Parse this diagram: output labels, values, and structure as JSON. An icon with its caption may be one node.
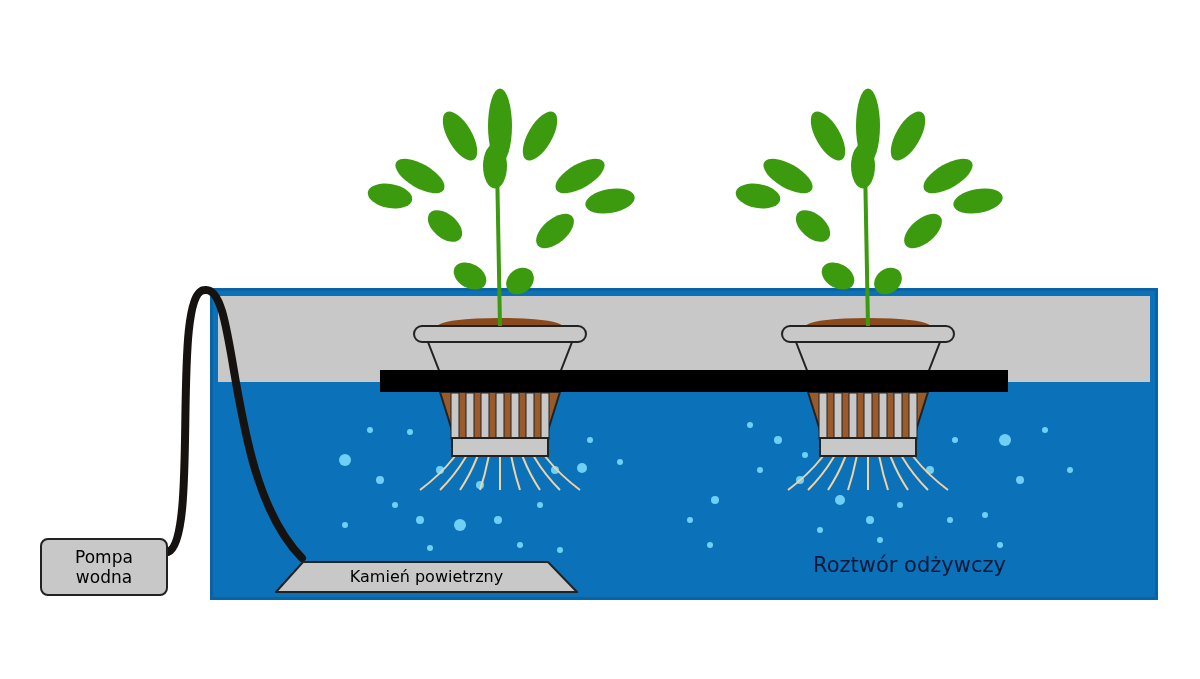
{
  "diagram": {
    "nodes": [
      {
        "text": [
          "Pompa wodna"
        ]
      },
      {
        "text": [
          "Roztwór odżywczy"
        ]
      },
      {
        "text": [
          "Kamień powietrzny"
        ],
        "in": 1
      }
    ],
    "edges": [
      {
        "from": 0,
        "to": 2,
        "arrow": "none"
      }
    ]
  }
}
